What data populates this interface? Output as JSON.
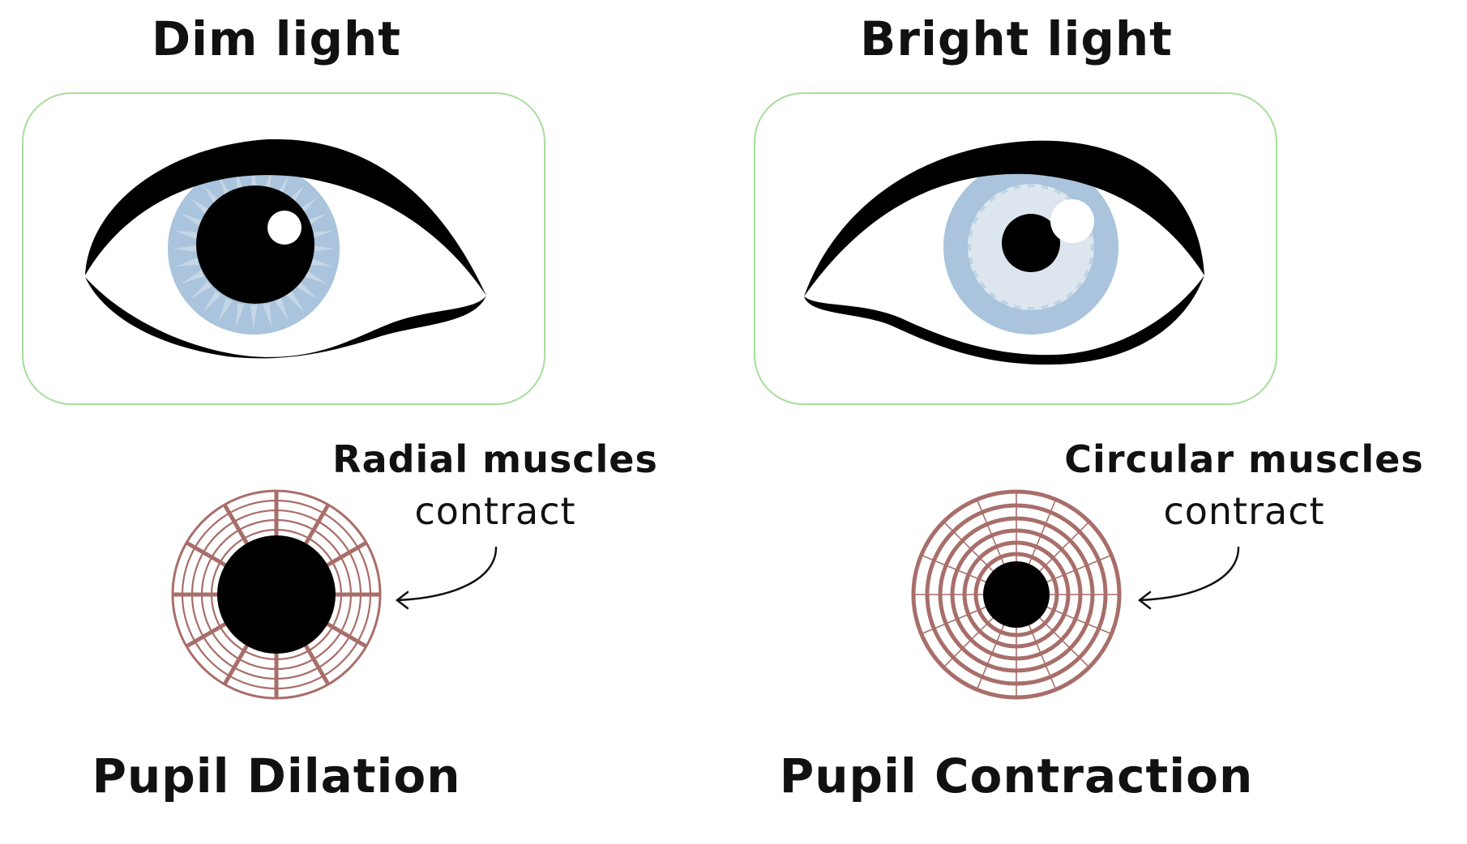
{
  "panels": [
    {
      "id": "dim",
      "heading": "Dim light",
      "muscle_title": "Radial muscles",
      "muscle_sub": "contract",
      "caption": "Pupil Dilation",
      "pupil": "large"
    },
    {
      "id": "bright",
      "heading": "Bright light",
      "muscle_title": "Circular muscles",
      "muscle_sub": "contract",
      "caption": "Pupil Contraction",
      "pupil": "small"
    }
  ],
  "colors": {
    "frame_border": "#a8dc9c",
    "iris": "#a9c4dc",
    "iris_light": "#dde6ee",
    "pupil": "#000000",
    "highlight": "#ffffff",
    "muscle": "#a86e6a",
    "text": "#111111"
  }
}
